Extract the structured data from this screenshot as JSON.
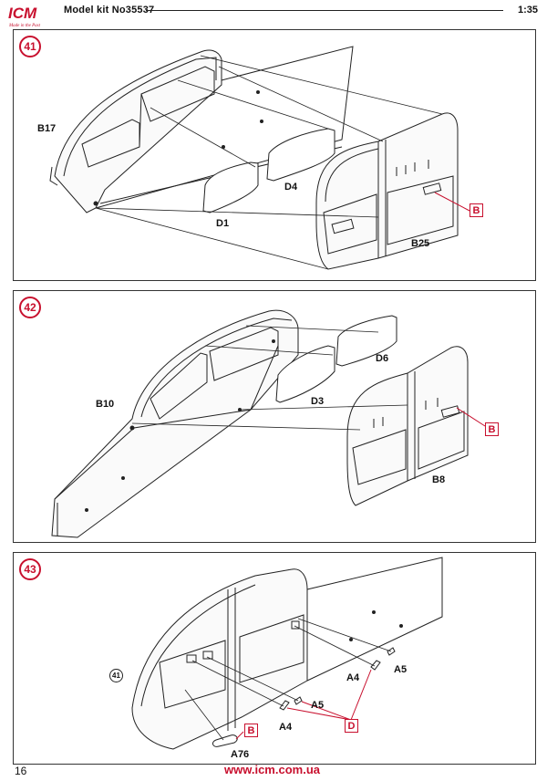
{
  "header": {
    "brand": "ICM",
    "brand_tagline": "Made in the Past",
    "kit_title": "Model kit No35537",
    "scale": "1:35"
  },
  "steps": [
    {
      "number": "41",
      "labels": {
        "b17": "B17",
        "d4": "D4",
        "d1": "D1",
        "b25": "B25"
      },
      "color_callout": "B"
    },
    {
      "number": "42",
      "labels": {
        "b10": "B10",
        "d6": "D6",
        "d3": "D3",
        "b8": "B8"
      },
      "color_callout": "B"
    },
    {
      "number": "43",
      "reference_step": "41",
      "labels": {
        "a4_top": "A4",
        "a5_top": "A5",
        "a5_mid": "A5",
        "a4_bot": "A4",
        "a76": "A76"
      },
      "color_callout_b": "B",
      "color_callout_d": "D"
    }
  ],
  "footer": {
    "page_number": "16",
    "website": "www.icm.com.ua"
  },
  "colors": {
    "accent": "#c8102e"
  }
}
